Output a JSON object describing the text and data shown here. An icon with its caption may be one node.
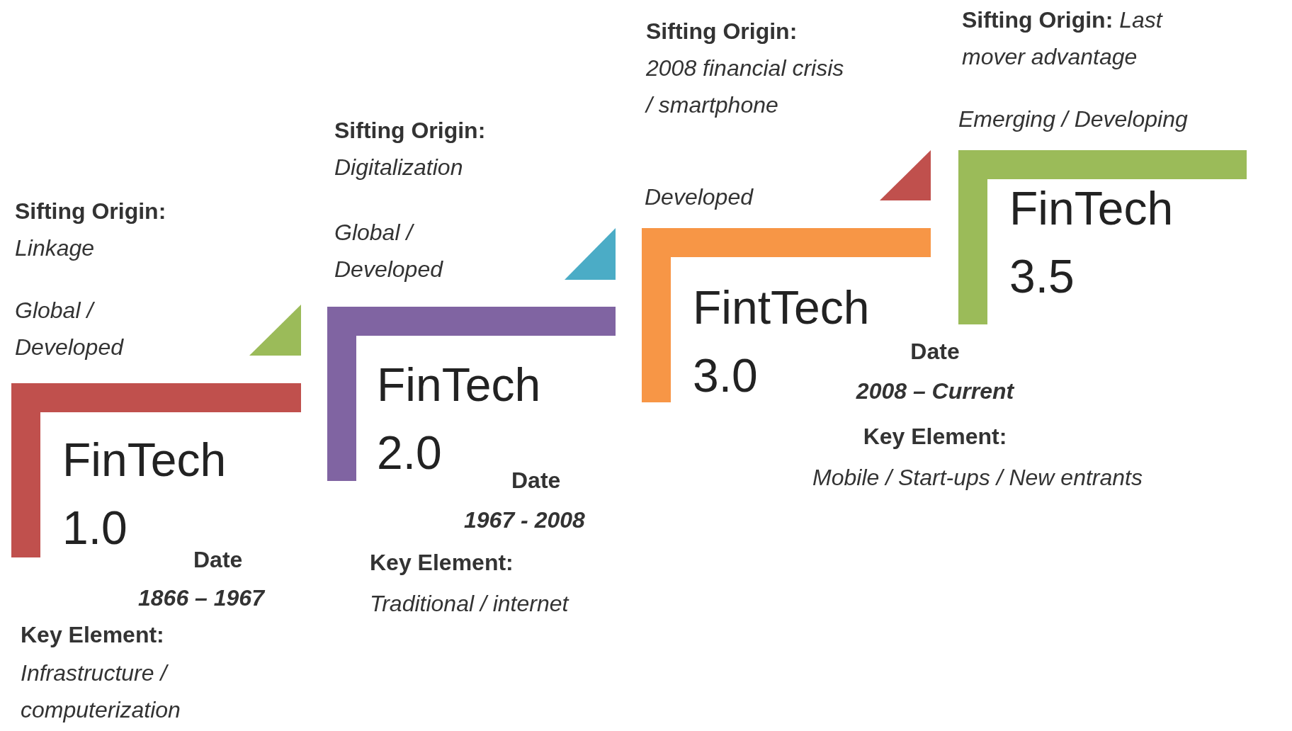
{
  "diagram": {
    "nodes": [
      {
        "text": [
          "FinTech 1.0"
        ],
        "beside": [
          "**Sifting Origin:** *Linkage*",
          "Global / Developed",
          "Date",
          "1866 – 1967",
          "Key Element:",
          "Infrastructure / computerization"
        ]
      },
      {
        "text": [
          "FinTech 2.0"
        ],
        "beside": [
          "**Sifting Origin:** *Digitalization*",
          "Global / Developed",
          "Date",
          "1967 - 2008",
          "Key Element:",
          "Traditional / internet"
        ]
      },
      {
        "text": [
          "FintTech 3.0"
        ],
        "beside": [
          "**Sifting Origin:** *2008 financial crisis / smartphone*",
          "Developed",
          "Date",
          "2008 – Current",
          "Key Element:",
          "Mobile / Start-ups / New entrants"
        ]
      },
      {
        "text": [
          "FinTech 3.5"
        ],
        "beside": [
          "**Sifting Origin:** *Last mover advantage*",
          "Emerging / Developing"
        ]
      },
      {
        "text": [],
        "shape": "triangle"
      },
      {
        "text": [],
        "shape": "triangle"
      },
      {
        "text": [],
        "shape": "triangle"
      }
    ]
  }
}
